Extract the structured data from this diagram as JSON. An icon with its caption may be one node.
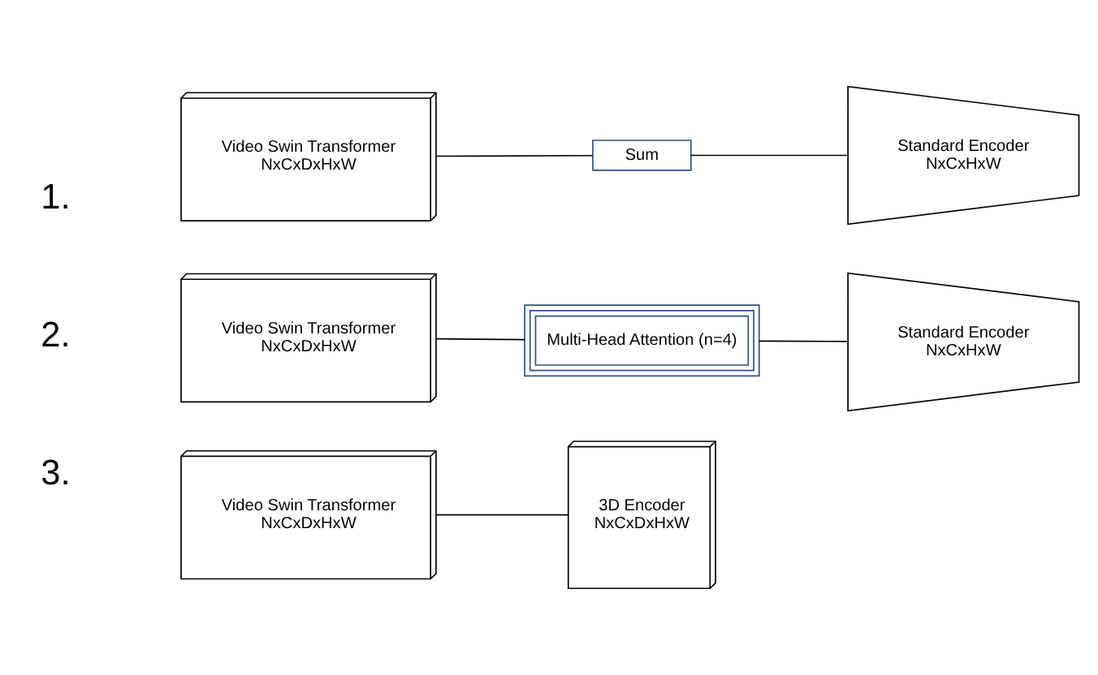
{
  "diagram": {
    "nodes": [
      {
        "text": [
          "Video Swin Transformer",
          "NxCxDxHxW"
        ]
      },
      {
        "text": [
          "Sum"
        ]
      },
      {
        "text": [
          "Standard Encoder",
          "NxCxHxW"
        ]
      },
      {
        "text": [
          "Video Swin Transformer",
          "NxCxDxHxW"
        ]
      },
      {
        "text": [
          "Multi-Head Attention (n=4)"
        ]
      },
      {
        "text": [
          "Standard Encoder",
          "NxCxHxW"
        ]
      },
      {
        "text": [
          "Video Swin Transformer",
          "NxCxDxHxW"
        ]
      },
      {
        "text": [
          "3D Encoder",
          "NxCxDxHxW"
        ]
      }
    ],
    "edges": [
      {
        "from": 0,
        "to": 1,
        "arrow": "none"
      },
      {
        "from": 1,
        "to": 2,
        "arrow": "none"
      },
      {
        "from": 3,
        "to": 4,
        "arrow": "none"
      },
      {
        "from": 4,
        "to": 5,
        "arrow": "none"
      },
      {
        "from": 6,
        "to": 7,
        "arrow": "none"
      }
    ],
    "labels": [
      "1.",
      "2.",
      "3."
    ]
  }
}
